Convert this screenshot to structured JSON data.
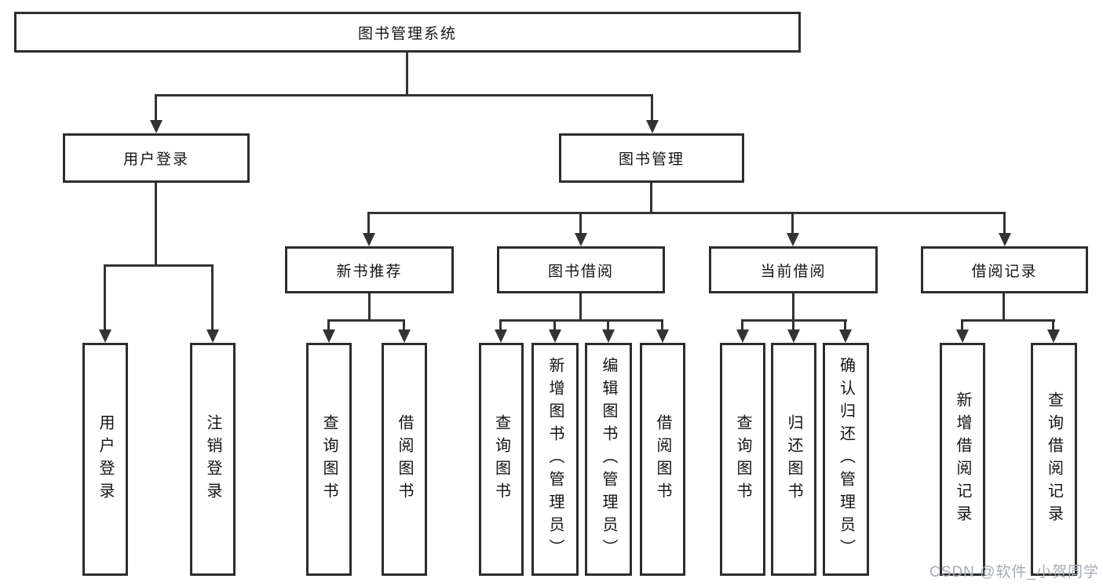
{
  "diagram": {
    "root": {
      "label": "图书管理系统"
    },
    "branches": [
      {
        "label": "用户登录",
        "children": [
          {
            "label": "用户登录"
          },
          {
            "label": "注销登录"
          }
        ]
      },
      {
        "label": "图书管理",
        "children": [
          {
            "label": "新书推荐",
            "children": [
              {
                "label": "查询图书"
              },
              {
                "label": "借阅图书"
              }
            ]
          },
          {
            "label": "图书借阅",
            "children": [
              {
                "label": "查询图书"
              },
              {
                "label": "新增图书（管理员）"
              },
              {
                "label": "编辑图书（管理员）"
              },
              {
                "label": "借阅图书"
              }
            ]
          },
          {
            "label": "当前借阅",
            "children": [
              {
                "label": "查询图书"
              },
              {
                "label": "归还图书"
              },
              {
                "label": "确认归还（管理员）"
              }
            ]
          },
          {
            "label": "借阅记录",
            "children": [
              {
                "label": "新增借阅记录"
              },
              {
                "label": "查询借阅记录"
              }
            ]
          }
        ]
      }
    ]
  },
  "watermark": {
    "text": "CSDN @软件_小贺同学"
  },
  "colors": {
    "background": "#ffffff",
    "box_border": "#2d2d2d",
    "connector": "#333333",
    "text": "#141414",
    "watermark": "#a6abb3"
  }
}
